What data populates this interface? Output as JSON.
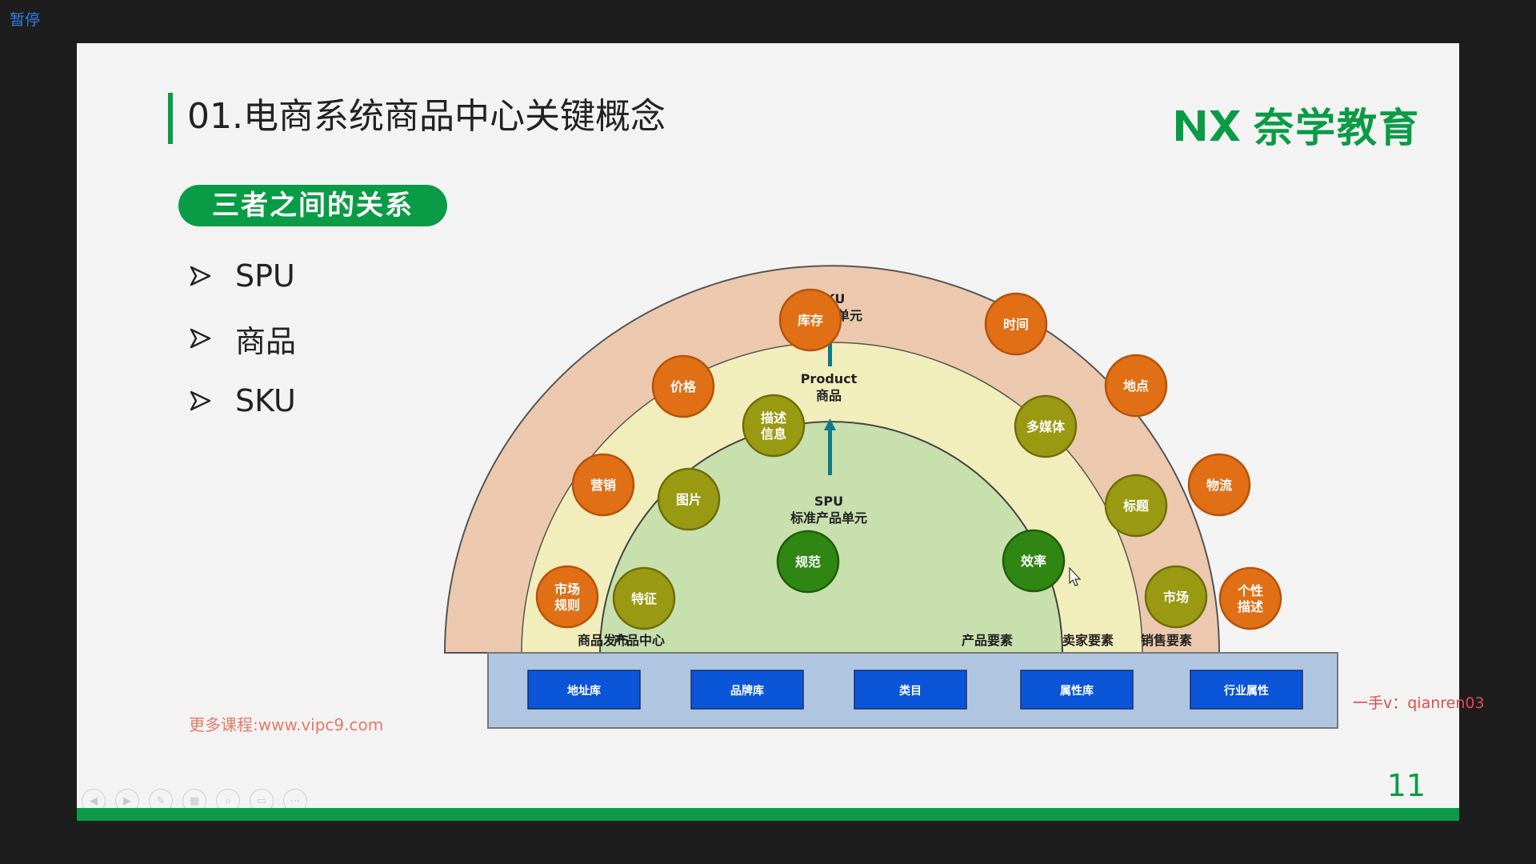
{
  "player": {
    "pause_label": "暂停"
  },
  "slide": {
    "title": "01.电商系统商品中心关键概念",
    "logo_text": "奈学教育",
    "section_pill": "三者之间的关系",
    "bullets": [
      "SPU",
      "商品",
      "SKU"
    ],
    "watermark_left": "更多课程:www.vipc9.com",
    "watermark_right": "一手v：qianren03",
    "page_number": "11"
  },
  "diagram": {
    "sku_title": "SKU",
    "sku_subtitle": "库存量单元",
    "product_title": "Product",
    "product_subtitle": "商品",
    "spu_title": "SPU",
    "spu_subtitle": "标准产品单元",
    "outer_items": [
      "库存",
      "时间",
      "价格",
      "地点",
      "营销",
      "物流",
      "市场\n规则",
      "个性\n描述"
    ],
    "middle_items": [
      "描述\n信息",
      "多媒体",
      "图片",
      "标题",
      "特征",
      "市场"
    ],
    "inner_items": [
      "规范",
      "效率"
    ],
    "ring_labels": [
      "商品发布",
      "产品中心",
      "产品要素",
      "卖家要素",
      "销售要素"
    ],
    "base_boxes": [
      "地址库",
      "品牌库",
      "类目",
      "属性库",
      "行业属性"
    ]
  },
  "colors": {
    "brand_green": "#0a9b46",
    "outer_ring": "#ecc9ae",
    "middle_ring": "#f2eebb",
    "inner_ring": "#c8dfae",
    "orange_circle": "#e06f16",
    "olive_circle": "#9a9a12",
    "green_circle": "#2f8612",
    "base_box": "#0a55d8",
    "base_strip": "#b0c5e0"
  }
}
